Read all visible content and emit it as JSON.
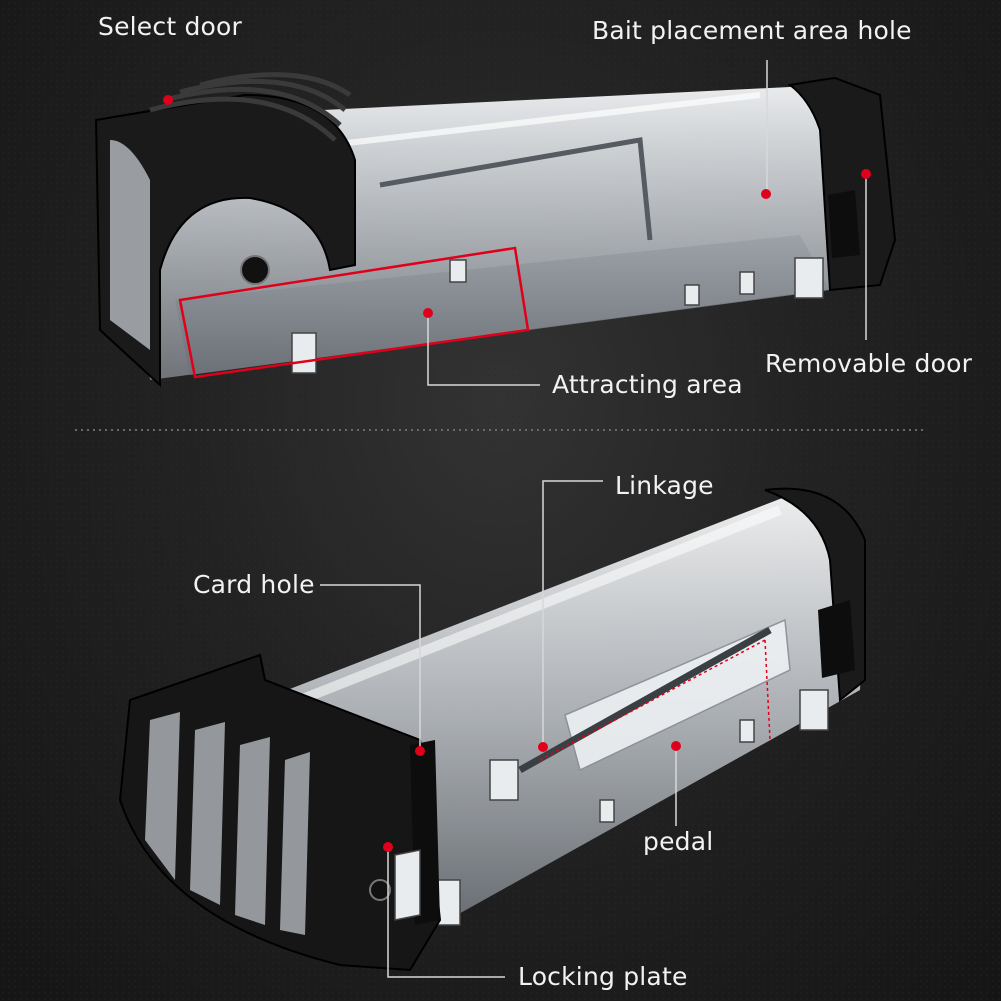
{
  "labels": {
    "select_door": "Select door",
    "bait_placement_area_hole": "Bait placement area hole",
    "removable_door": "Removable door",
    "attracting_area": "Attracting area",
    "linkage": "Linkage",
    "card_hole": "Card hole",
    "pedal": "pedal",
    "locking_plate": "Locking plate"
  },
  "colors": {
    "background": "#1e1e1e",
    "marker_dot": "#e0001b",
    "leader_line": "#d8d8d8",
    "highlight_box": "#e0001b",
    "label_text": "#f2f2f2"
  }
}
